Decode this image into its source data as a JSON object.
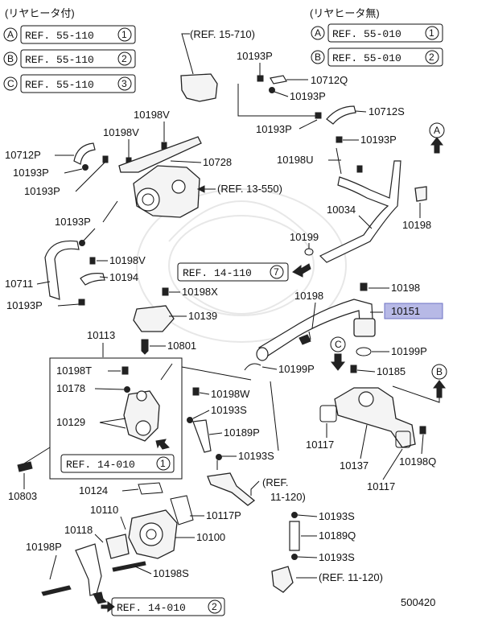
{
  "headers": {
    "left": "(リヤヒータ付)",
    "right": "(リヤヒータ無)"
  },
  "legend_left": [
    {
      "letter": "A",
      "ref": "REF. 55-110",
      "num": "1"
    },
    {
      "letter": "B",
      "ref": "REF. 55-110",
      "num": "2"
    },
    {
      "letter": "C",
      "ref": "REF. 55-110",
      "num": "3"
    }
  ],
  "legend_right": [
    {
      "letter": "A",
      "ref": "REF. 55-010",
      "num": "1"
    },
    {
      "letter": "B",
      "ref": "REF. 55-010",
      "num": "2"
    }
  ],
  "refs": {
    "r15710": "(REF. 15-710)",
    "r13550": "(REF. 13-550)",
    "r14110": "REF. 14-110",
    "r14110_num": "7",
    "r14010a": "REF. 14-010",
    "r14010a_num": "1",
    "r14010b": "REF. 14-010",
    "r14010b_num": "2",
    "r11120a_1": "(REF.",
    "r11120a_2": "11-120)",
    "r11120b": "(REF. 11-120)"
  },
  "arrows": {
    "a": "A",
    "b": "B",
    "c": "C"
  },
  "parts": {
    "p10193P_a": "10193P",
    "p10712Q": "10712Q",
    "p10193P_b": "10193P",
    "p10712S": "10712S",
    "p10193P_c": "10193P",
    "p10193P_d": "10193P",
    "p10198V_a": "10198V",
    "p10198V_b": "10198V",
    "p10728": "10728",
    "p10712P": "10712P",
    "p10193P_e": "10193P",
    "p10193P_f": "10193P",
    "p10198U": "10198U",
    "p10034": "10034",
    "p10198_a": "10198",
    "p10193P_g": "10193P",
    "p10199": "10199",
    "p10198V_c": "10198V",
    "p10194": "10194",
    "p10711": "10711",
    "p10198X": "10198X",
    "p10193P_h": "10193P",
    "p10198_b": "10198",
    "p10198_c": "10198",
    "p10151": "10151",
    "p10139": "10139",
    "p10801": "10801",
    "p10113": "10113",
    "p10199P_a": "10199P",
    "p10199P_b": "10199P",
    "p10185": "10185",
    "p10198T": "10198T",
    "p10178": "10178",
    "p10198W": "10198W",
    "p10193S_a": "10193S",
    "p10129": "10129",
    "p10189P": "10189P",
    "p10193S_b": "10193S",
    "p10117_a": "10117",
    "p10137": "10137",
    "p10198Q": "10198Q",
    "p10117_b": "10117",
    "p10803": "10803",
    "p10124": "10124",
    "p10110": "10110",
    "p10117P": "10117P",
    "p10118": "10118",
    "p10100": "10100",
    "p10193S_c": "10193S",
    "p10189Q": "10189Q",
    "p10193S_d": "10193S",
    "p10198P": "10198P",
    "p10198S": "10198S"
  },
  "footer": {
    "code": "500420"
  },
  "colors": {
    "highlight": "#b7b9e6",
    "highlight_border": "#6e72c4"
  }
}
